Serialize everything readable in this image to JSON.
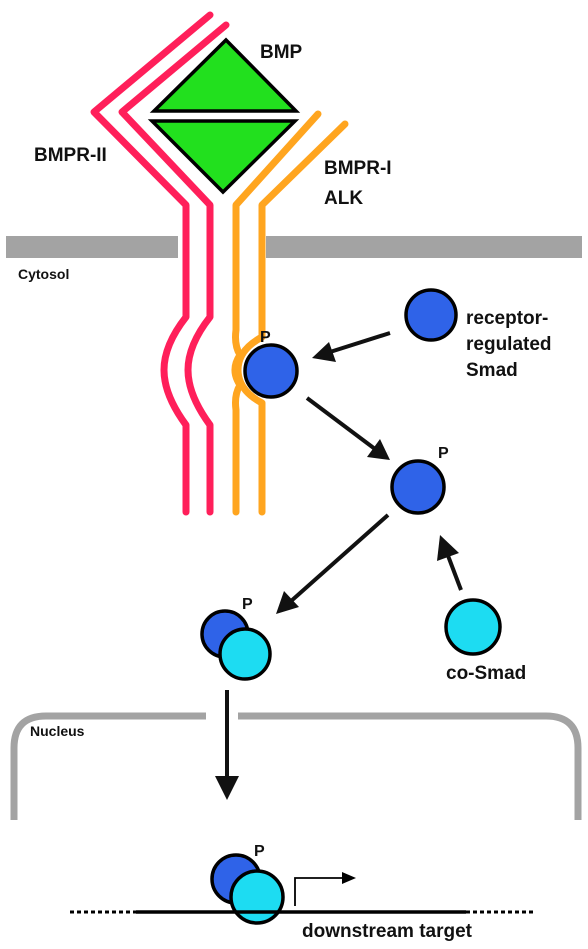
{
  "labels": {
    "bmp": "BMP",
    "bmpr_ii": "BMPR-II",
    "bmpr_i": "BMPR-I",
    "alk": "ALK",
    "cytosol": "Cytosol",
    "receptor_line1": "receptor-",
    "receptor_line2": "regulated",
    "receptor_line3": "Smad",
    "co_smad": "co-Smad",
    "nucleus": "Nucleus",
    "downstream_target": "downstream target",
    "phospho": "P"
  },
  "colors": {
    "bmp_ligand": "#22e01e",
    "bmpr_ii": "#ff1f5a",
    "bmpr_i": "#ffa51f",
    "r_smad": "#2f63e8",
    "co_smad": "#1ddcf2",
    "membrane": "#a3a3a3",
    "arrow": "#111111"
  }
}
